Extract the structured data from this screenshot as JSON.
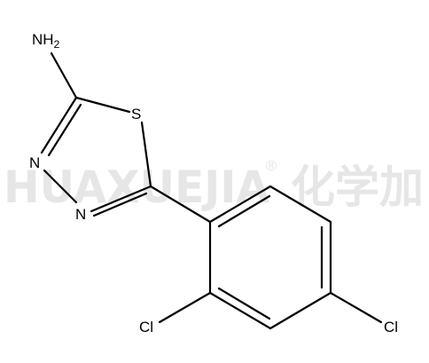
{
  "watermark": {
    "text": "HUAXUEJIA",
    "registered": "®",
    "chinese": "化学加"
  },
  "atoms": {
    "amine": {
      "main": "NH",
      "sub": "2"
    },
    "sulfur": "S",
    "nitrogen_upper": "N",
    "nitrogen_lower": "N",
    "chlorine_ortho": "Cl",
    "chlorine_para": "Cl"
  }
}
